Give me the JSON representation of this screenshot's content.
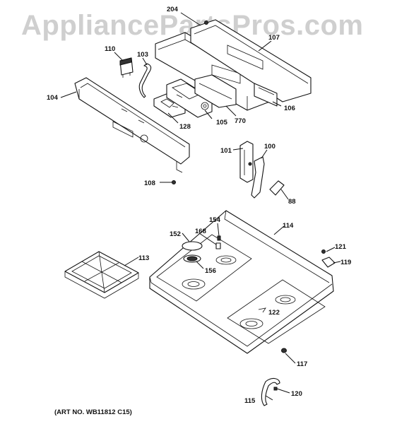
{
  "watermark": "AppliancePartsPros.com",
  "art_number": "(ART NO. WB11812 C15)",
  "callouts": {
    "c204": "204",
    "c107": "107",
    "c110": "110",
    "c103": "103",
    "c104": "104",
    "c128": "128",
    "c105": "105",
    "c770": "770",
    "c106": "106",
    "c101": "101",
    "c100": "100",
    "c108": "108",
    "c88": "88",
    "c154": "154",
    "c114": "114",
    "c152": "152",
    "c168": "168",
    "c113": "113",
    "c156": "156",
    "c121": "121",
    "c119": "119",
    "c122": "122",
    "c117": "117",
    "c120": "120",
    "c115": "115"
  }
}
